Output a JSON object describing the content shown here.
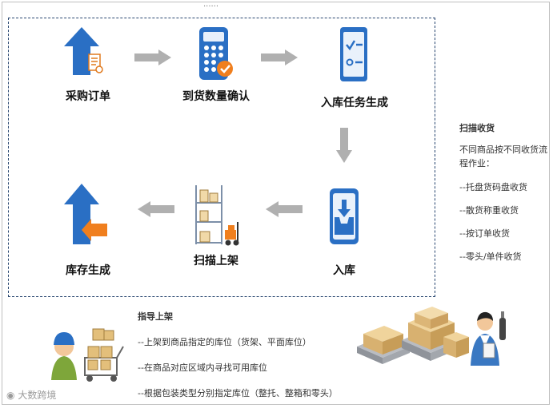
{
  "nodes": {
    "purchase_order": "采购订单",
    "arrival_confirm": "到货数量确认",
    "task_generate": "入库任务生成",
    "inbound": "入库",
    "scan_shelve": "扫描上架",
    "inventory_generate": "库存生成"
  },
  "side_note": {
    "title": "扫描收货",
    "desc": "不同商品按不同收货流程作业：",
    "items": [
      "--托盘货码盘收货",
      "--散货称重收货",
      "--按订单收货",
      "--零头/单件收货"
    ]
  },
  "guide": {
    "title": "指导上架",
    "items": [
      "--上架到商品指定的库位（货架、平面库位）",
      "--在商品对应区域内寻找可用库位",
      "--根据包装类型分别指定库位（整托、整箱和零头）"
    ]
  },
  "watermark": "大数跨境",
  "top_mark": "......",
  "colors": {
    "blue": "#2a6fc4",
    "arrow_gray": "#b0b0b0",
    "orange": "#f07f1e",
    "dashed_border": "#27456f"
  },
  "icons": {
    "purchase_order": "arrow-up-document-icon",
    "arrival_confirm": "calculator-check-icon",
    "task_generate": "checklist-icon",
    "inbound": "inbox-download-icon",
    "scan_shelve": "shelf-forklift-icon",
    "inventory_generate": "arrow-up-left-arrow-icon"
  }
}
